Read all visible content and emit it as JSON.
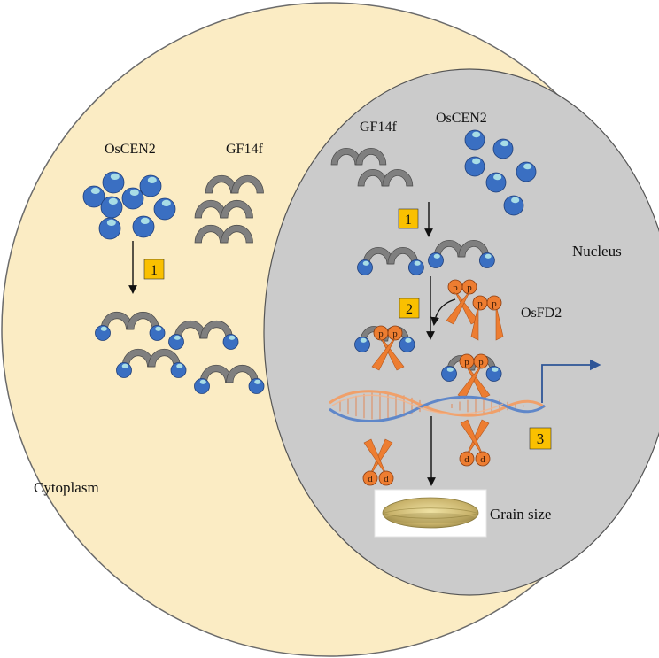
{
  "labels": {
    "cytoplasm": "Cytoplasm",
    "nucleus": "Nucleus",
    "oscen2_cyto": "OsCEN2",
    "gf14f_cyto": "GF14f",
    "gf14f_nuc": "GF14f",
    "oscen2_nuc": "OsCEN2",
    "osfd2": "OsFD2",
    "grain_size": "Grain size"
  },
  "step_badges": {
    "cyto_step": "1",
    "nuc_step1": "1",
    "nuc_step2": "2",
    "nuc_step3": "3"
  },
  "phospho_letter": "p",
  "dephospho_letter": "d",
  "colors": {
    "cytoplasm_fill": "#fbecc4",
    "nucleus_fill": "#cbcbcb",
    "protein_blue": "#3a6fc2",
    "protein_cap": "#a8dde6",
    "arch_gray": "#7f7f7f",
    "osfd2_orange": "#ed7d31",
    "badge_yellow": "#fac000",
    "dna_blue": "#5f87c9",
    "dna_orange": "#f0a06a",
    "arrow_blue": "#2e5597"
  }
}
